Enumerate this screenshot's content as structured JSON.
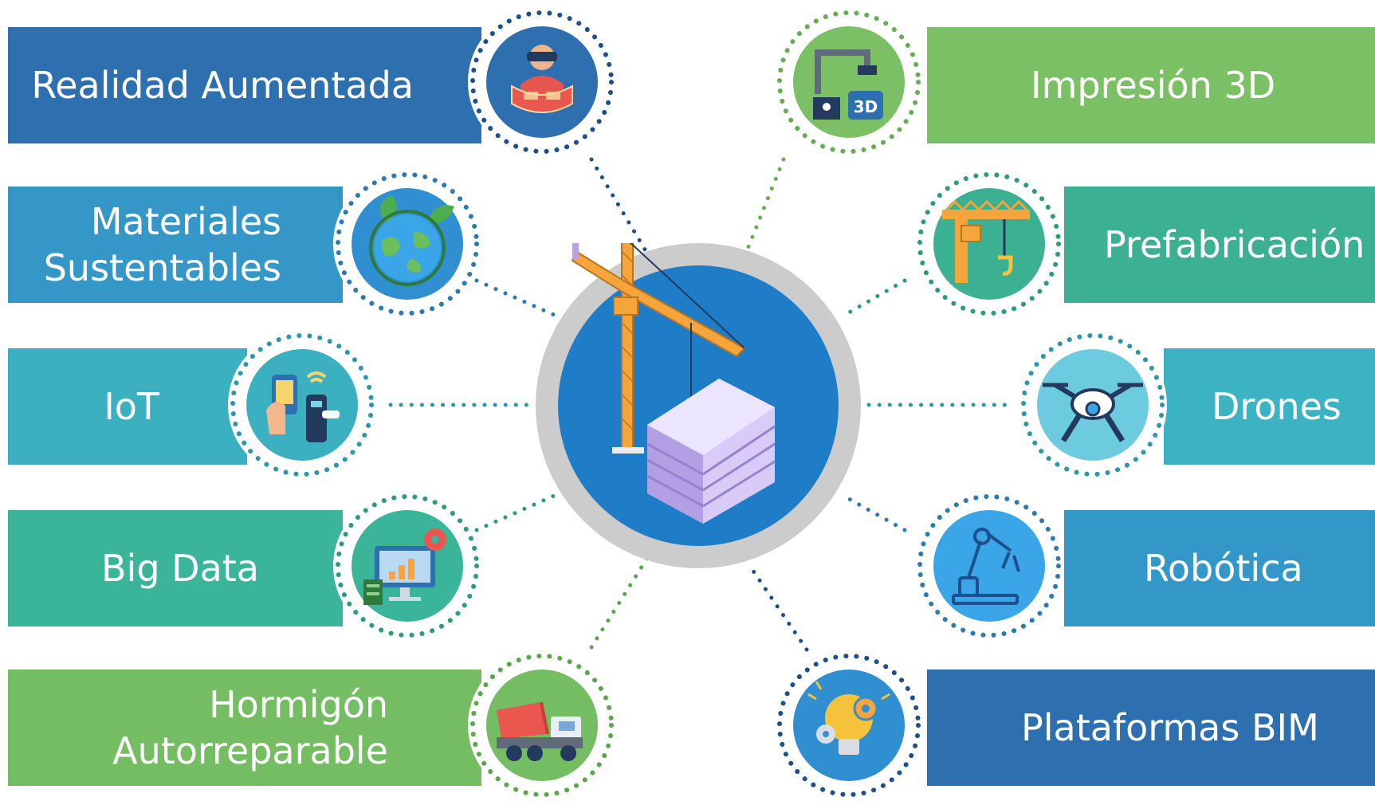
{
  "hub": {
    "name": "construction-crane-building"
  },
  "items": [
    {
      "id": "realidad",
      "label": "Realidad Aumentada",
      "side": "left",
      "color": "#2e6fb0",
      "icon": "vr-headset-icon"
    },
    {
      "id": "materiales",
      "label": "Materiales\nSustentables",
      "side": "left",
      "color": "#3497c8",
      "icon": "globe-leaf-icon"
    },
    {
      "id": "iot",
      "label": "IoT",
      "side": "left",
      "color": "#3bb0c0",
      "icon": "iot-device-icon"
    },
    {
      "id": "bigdata",
      "label": "Big Data",
      "side": "left",
      "color": "#3bb59a",
      "icon": "analytics-monitor-icon"
    },
    {
      "id": "hormigon",
      "label": "Hormigón\nAutorreparable",
      "side": "left",
      "color": "#74bd62",
      "icon": "concrete-truck-icon"
    },
    {
      "id": "impresion",
      "label": "Impresión 3D",
      "side": "right",
      "color": "#7cc065",
      "icon": "3d-printer-icon"
    },
    {
      "id": "prefab",
      "label": "Prefabricación",
      "side": "right",
      "color": "#3bb092",
      "icon": "crane-hook-icon"
    },
    {
      "id": "drones",
      "label": "Drones",
      "side": "right",
      "color": "#3bb3c3",
      "icon": "drone-icon"
    },
    {
      "id": "robotica",
      "label": "Robótica",
      "side": "right",
      "color": "#3397c8",
      "icon": "robot-arm-icon"
    },
    {
      "id": "bim",
      "label": "Plataformas BIM",
      "side": "right",
      "color": "#2e6fb0",
      "icon": "lightbulb-gears-icon"
    }
  ]
}
